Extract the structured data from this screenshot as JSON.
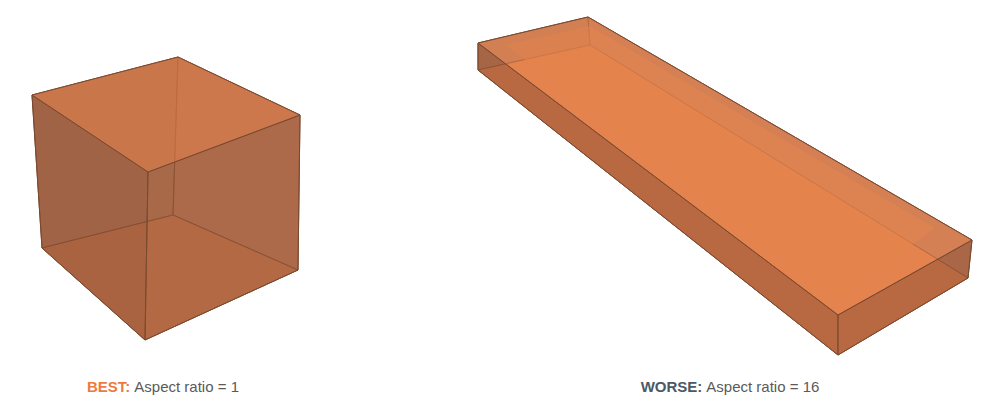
{
  "diagram": {
    "labels": [
      "BEST:",
      "Aspect ratio = 1",
      "WORSE:",
      "Aspect ratio = 16"
    ]
  }
}
